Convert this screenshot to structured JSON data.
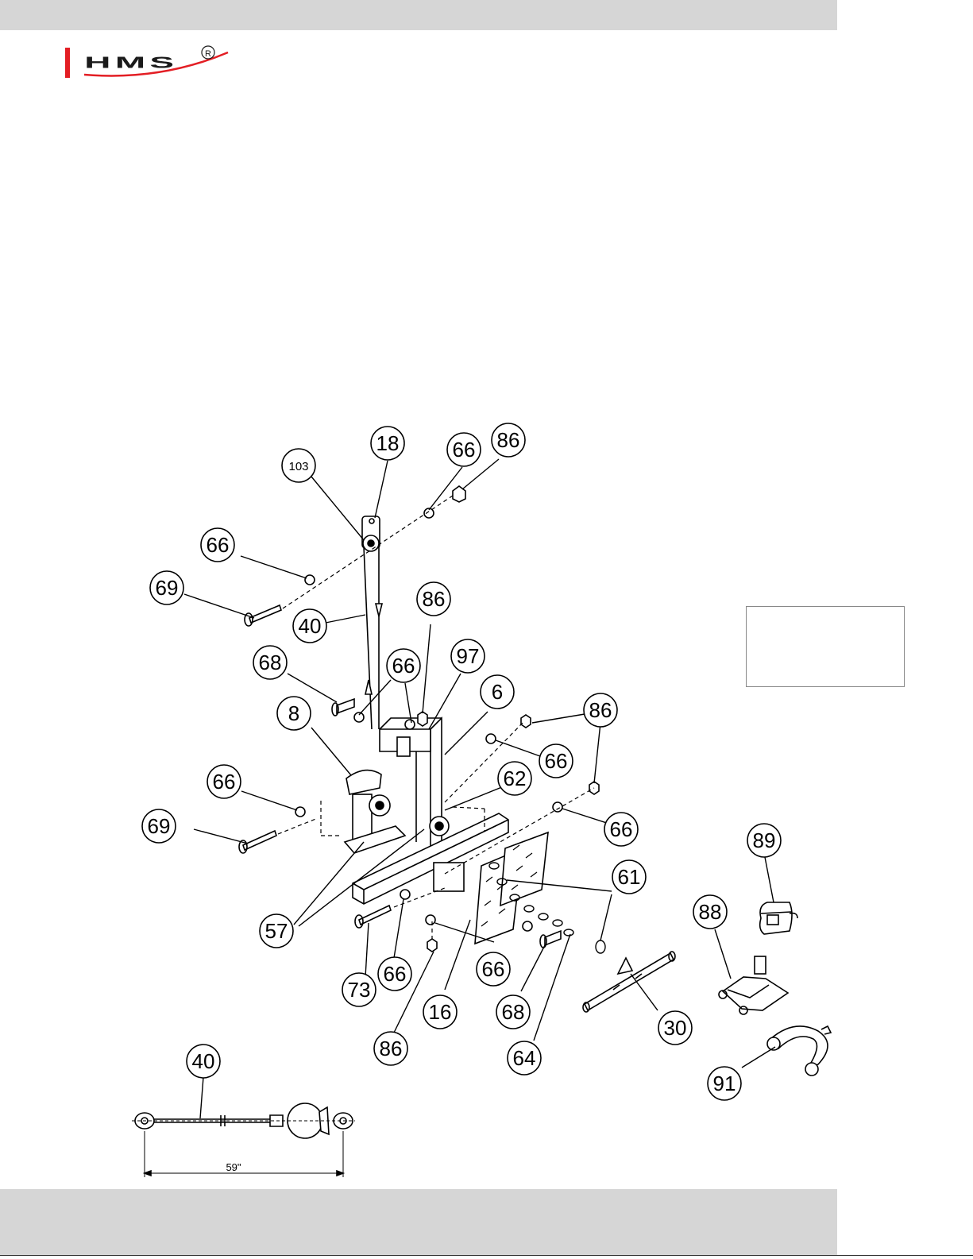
{
  "brand": {
    "name": "HMS",
    "registered": "®",
    "accent": "#e31e24",
    "text_color": "#1a1a1a"
  },
  "colors": {
    "band": "#d6d6d6",
    "line": "#000000"
  },
  "callouts": [
    "18",
    "66",
    "86",
    "103",
    "66",
    "69",
    "40",
    "86",
    "97",
    "68",
    "66",
    "6",
    "8",
    "86",
    "66",
    "62",
    "66",
    "69",
    "66",
    "57",
    "61",
    "89",
    "88",
    "73",
    "66",
    "66",
    "16",
    "68",
    "30",
    "86",
    "64",
    "91",
    "40"
  ],
  "cable_dimension": "59\""
}
